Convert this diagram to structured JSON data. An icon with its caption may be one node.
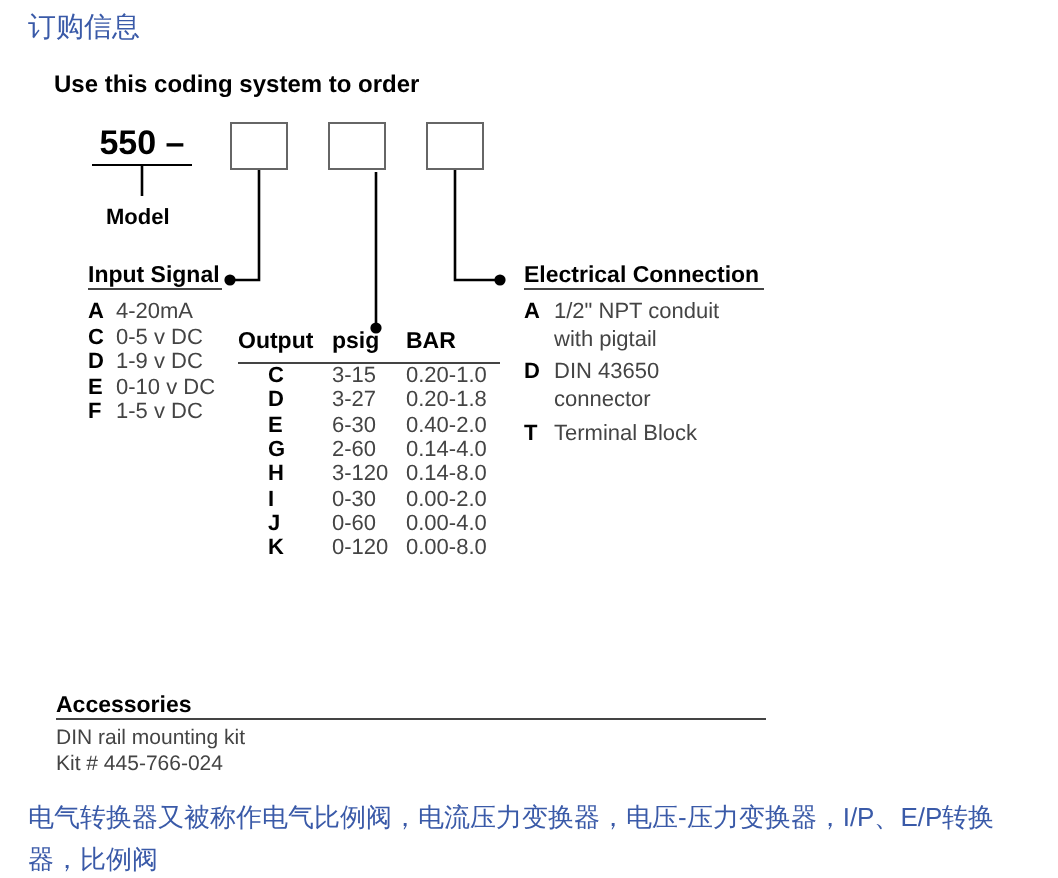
{
  "diagram": {
    "title": "订购信息",
    "caption": "电气转换器又被称作电气比例阀，电流压力变换器，电压-压力变换器，I/P、E/P转换器，比例阀",
    "nodes": [
      {
        "text": [
          "550 –"
        ]
      },
      {
        "text": [
          "Model"
        ]
      },
      {
        "text": [],
        "shape": "box"
      },
      {
        "text": [],
        "shape": "box"
      },
      {
        "text": [],
        "shape": "box"
      },
      {
        "text": [
          "Input Signal"
        ]
      },
      {
        "text": [
          "Output",
          "psig",
          "BAR"
        ]
      },
      {
        "text": [
          "Electrical Connection"
        ]
      }
    ],
    "edges": [
      {
        "from": 0,
        "to": 1,
        "arrow": "none"
      },
      {
        "from": 2,
        "to": 5,
        "arrow": "other"
      },
      {
        "from": 3,
        "to": 6,
        "arrow": "other"
      },
      {
        "from": 4,
        "to": 7,
        "arrow": "other"
      }
    ],
    "labels": [
      "Use this coding system to order",
      "A",
      "4-20mA",
      "C",
      "0-5 v DC",
      "D",
      "1-9 v DC",
      "E",
      "0-10 v DC",
      "F",
      "1-5 v DC",
      "C",
      "3-15",
      "0.20-1.0",
      "D",
      "3-27",
      "0.20-1.8",
      "E",
      "6-30",
      "0.40-2.0",
      "G",
      "2-60",
      "0.14-4.0",
      "H",
      "3-120",
      "0.14-8.0",
      "I",
      "0-30",
      "0.00-2.0",
      "J",
      "0-60",
      "0.00-4.0",
      "K",
      "0-120",
      "0.00-8.0",
      "A",
      "1/2\" NPT conduit with pigtail",
      "D",
      "DIN 43650 connector",
      "T",
      "Terminal Block",
      "Accessories",
      "DIN rail mounting kit",
      "Kit # 445-766-024"
    ]
  }
}
